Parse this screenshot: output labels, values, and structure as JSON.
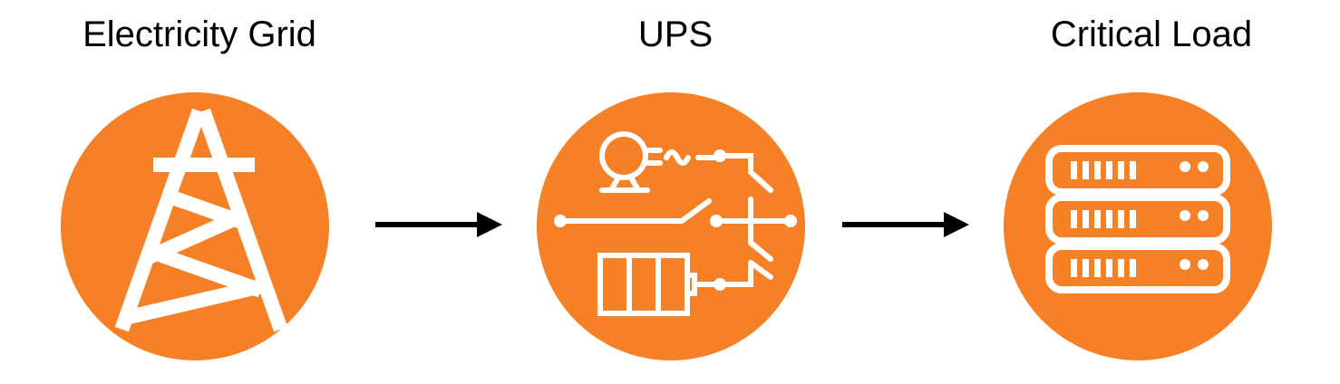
{
  "nodes": [
    {
      "label": "Electricity Grid",
      "icon": "transmission-tower-icon"
    },
    {
      "label": "UPS",
      "icon": "ups-schematic-icon"
    },
    {
      "label": "Critical Load",
      "icon": "server-rack-icon"
    }
  ],
  "colors": {
    "accent": "#F58025",
    "icon": "#ffffff",
    "arrow": "#000000",
    "text": "#000000"
  }
}
